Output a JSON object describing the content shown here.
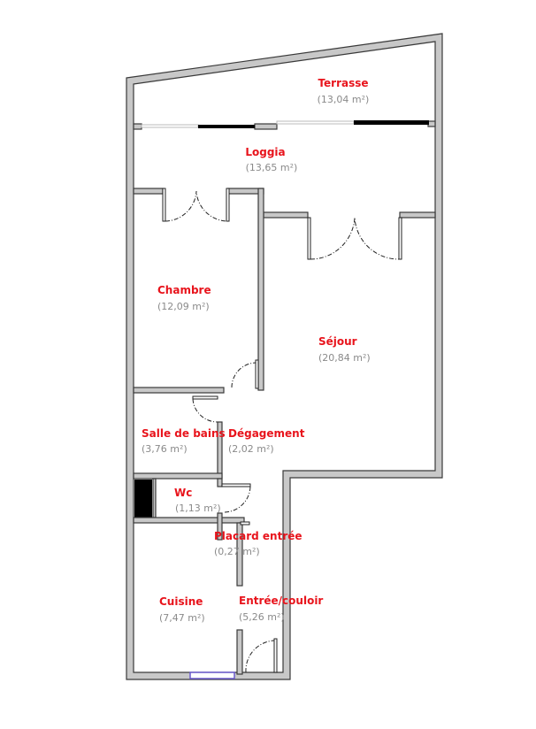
{
  "rooms": [
    {
      "name": "Terrasse",
      "area": "(13,04 m²)"
    },
    {
      "name": "Loggia",
      "area": "(13,65 m²)"
    },
    {
      "name": "Chambre",
      "area": "(12,09 m²)"
    },
    {
      "name": "Séjour",
      "area": "(20,84 m²)"
    },
    {
      "name": "Salle de bains",
      "area": "(3,76 m²)"
    },
    {
      "name": "Dégagement",
      "area": "(2,02 m²)"
    },
    {
      "name": "Wc",
      "area": "(1,13 m²)"
    },
    {
      "name": "Placard entrée",
      "area": "(0,27 m²)"
    },
    {
      "name": "Cuisine",
      "area": "(7,47 m²)"
    },
    {
      "name": "Entrée/couloir",
      "area": "(5,26 m²)"
    }
  ],
  "colors": {
    "label": "#e8141c",
    "area": "#8a8a8a",
    "wall": "#c8c8c8",
    "window": "#6a5acd"
  }
}
